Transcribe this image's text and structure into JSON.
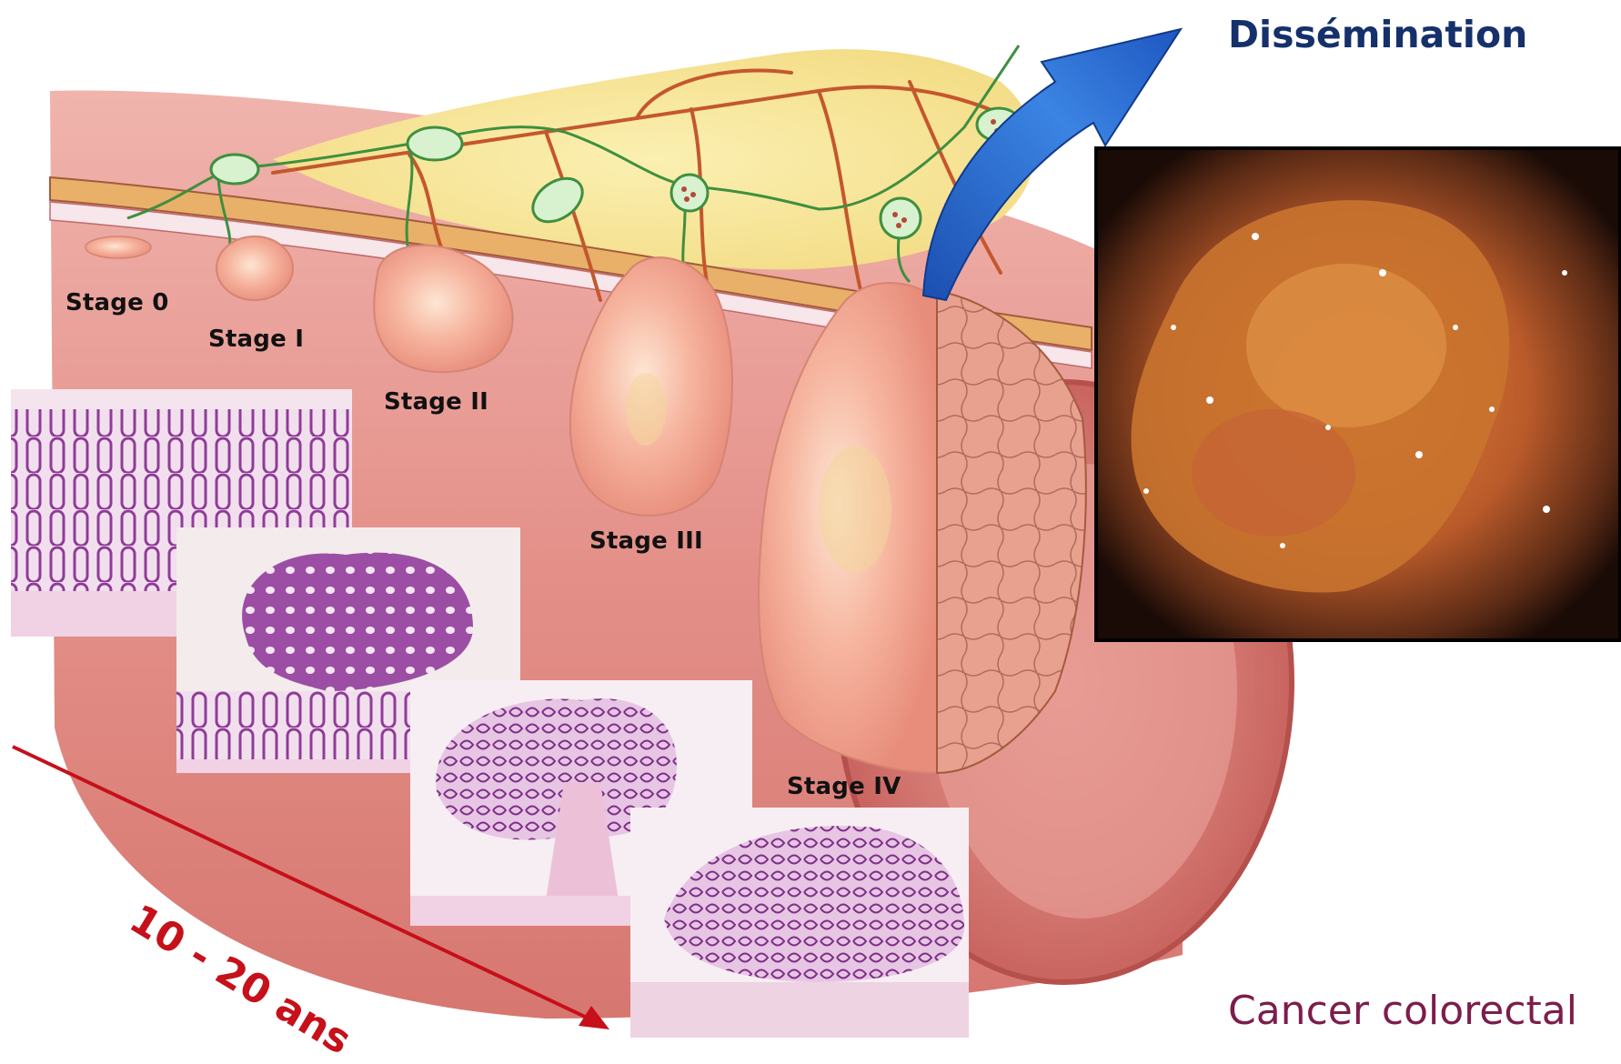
{
  "dissemination_label": "Dissémination",
  "cancer_label": "Cancer colorectal",
  "timeline_label": "10 - 20 ans",
  "stages": [
    "Stage 0",
    "Stage I",
    "Stage II",
    "Stage III",
    "Stage IV"
  ],
  "colors": {
    "dissemination_text": "#15306b",
    "cancer_text": "#7c1d4c",
    "timeline_arrow": "#c6101a",
    "dissemination_arrow": "#1e63c8",
    "colon_wall": "#e79891",
    "lymph_node": "#d8f1cf",
    "vessels": "#c4572e",
    "histology": "#8f3c97"
  }
}
